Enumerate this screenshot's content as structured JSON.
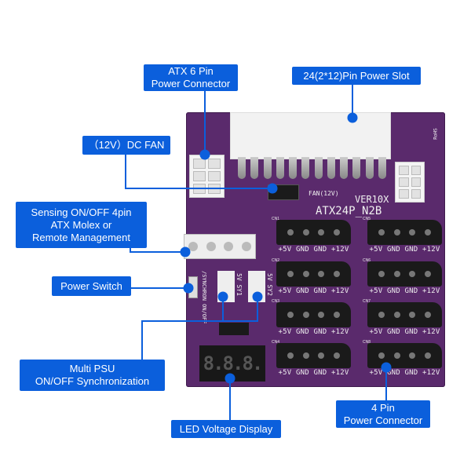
{
  "callouts": {
    "atx6pin": [
      "ATX 6 Pin",
      "Power Connector"
    ],
    "slot24": "24(2*12)Pin Power Slot",
    "dcfan": "（12V）DC FAN",
    "sensing": [
      "Sensing ON/OFF 4pin",
      "ATX Molex or",
      "Remote Management"
    ],
    "power_switch": "Power Switch",
    "multipsu": [
      "Multi PSU",
      "ON/OFF Synchronization"
    ],
    "led": "LED Voltage Display",
    "pin4": [
      "4 Pin",
      "Power Connector"
    ]
  },
  "board": {
    "version": "VER10X",
    "model": "ATX24P_N2B",
    "fan_label": "FAN(12V)",
    "sync_label": "/SYNCHRON ON/OFF",
    "sy1": "5V SY1",
    "sy2": "5V SY2",
    "pin_labels": "+5V GND GND +12V",
    "connectors": [
      "CN1",
      "CN2",
      "CN3",
      "CN4",
      "CN5",
      "CN6",
      "CN7",
      "CN8"
    ],
    "rohs": "RoHS",
    "led_digits": "8.8.8."
  },
  "colors": {
    "board": "#5a2a6c",
    "callout": "#0b5fdc"
  }
}
